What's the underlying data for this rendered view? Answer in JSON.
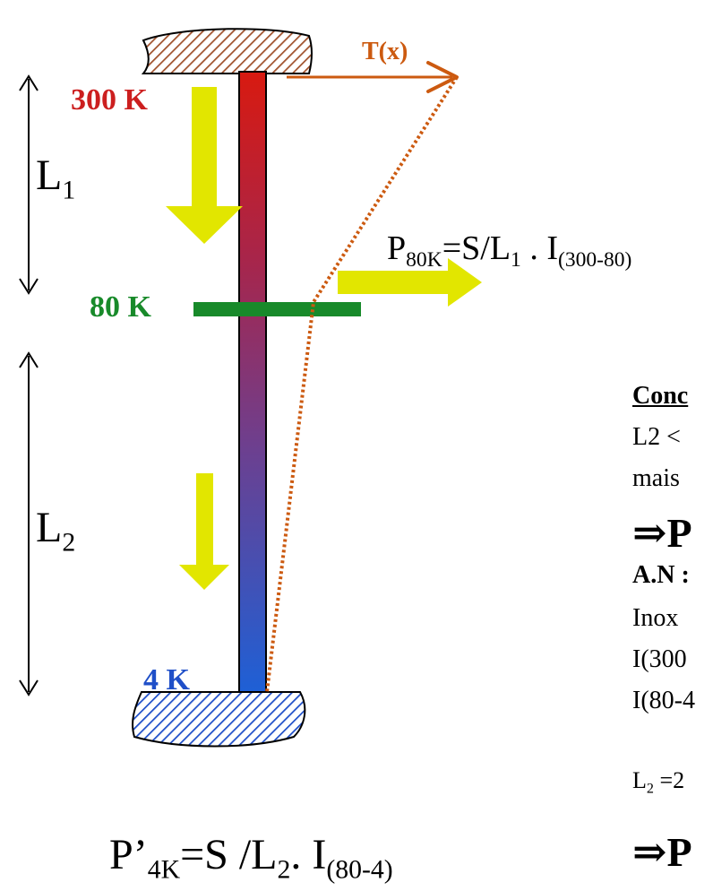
{
  "labels": {
    "tx": "T(x)",
    "temp_300": "300 K",
    "temp_80": "80 K",
    "temp_4": "4 K",
    "l1_main": "L",
    "l1_sub": "1",
    "l2_main": "L",
    "l2_sub": "2"
  },
  "formulas": {
    "p80": {
      "a": "P",
      "a_sub": "80K",
      "b": "=S/L",
      "b_sub": "1",
      "c": " . I",
      "c_sub": "(300-80)"
    },
    "p4": {
      "a": "P’",
      "a_sub": "4K",
      "b": "=S /L",
      "b_sub": "2",
      "c": ". I",
      "c_sub": "(80-4)"
    }
  },
  "conclusion": {
    "heading": "Conc",
    "line1": "L2 <",
    "line2": "mais",
    "implies_1": "⇒P",
    "an": "A.N :",
    "inox": "Inox",
    "i1": "I(300",
    "i2": "I(80-4",
    "l2_main": "L",
    "l2_sub": "2",
    "l2_rest": " =2",
    "implies_2": "⇒P"
  },
  "colors": {
    "hot": "#cc1f1f",
    "mid": "#188a2a",
    "cold": "#1f4fc8",
    "tx": "#cc5a10",
    "arrow": "#e2e600",
    "hatch_top": "#a0522d",
    "hatch_bottom": "#1f4fc8"
  }
}
